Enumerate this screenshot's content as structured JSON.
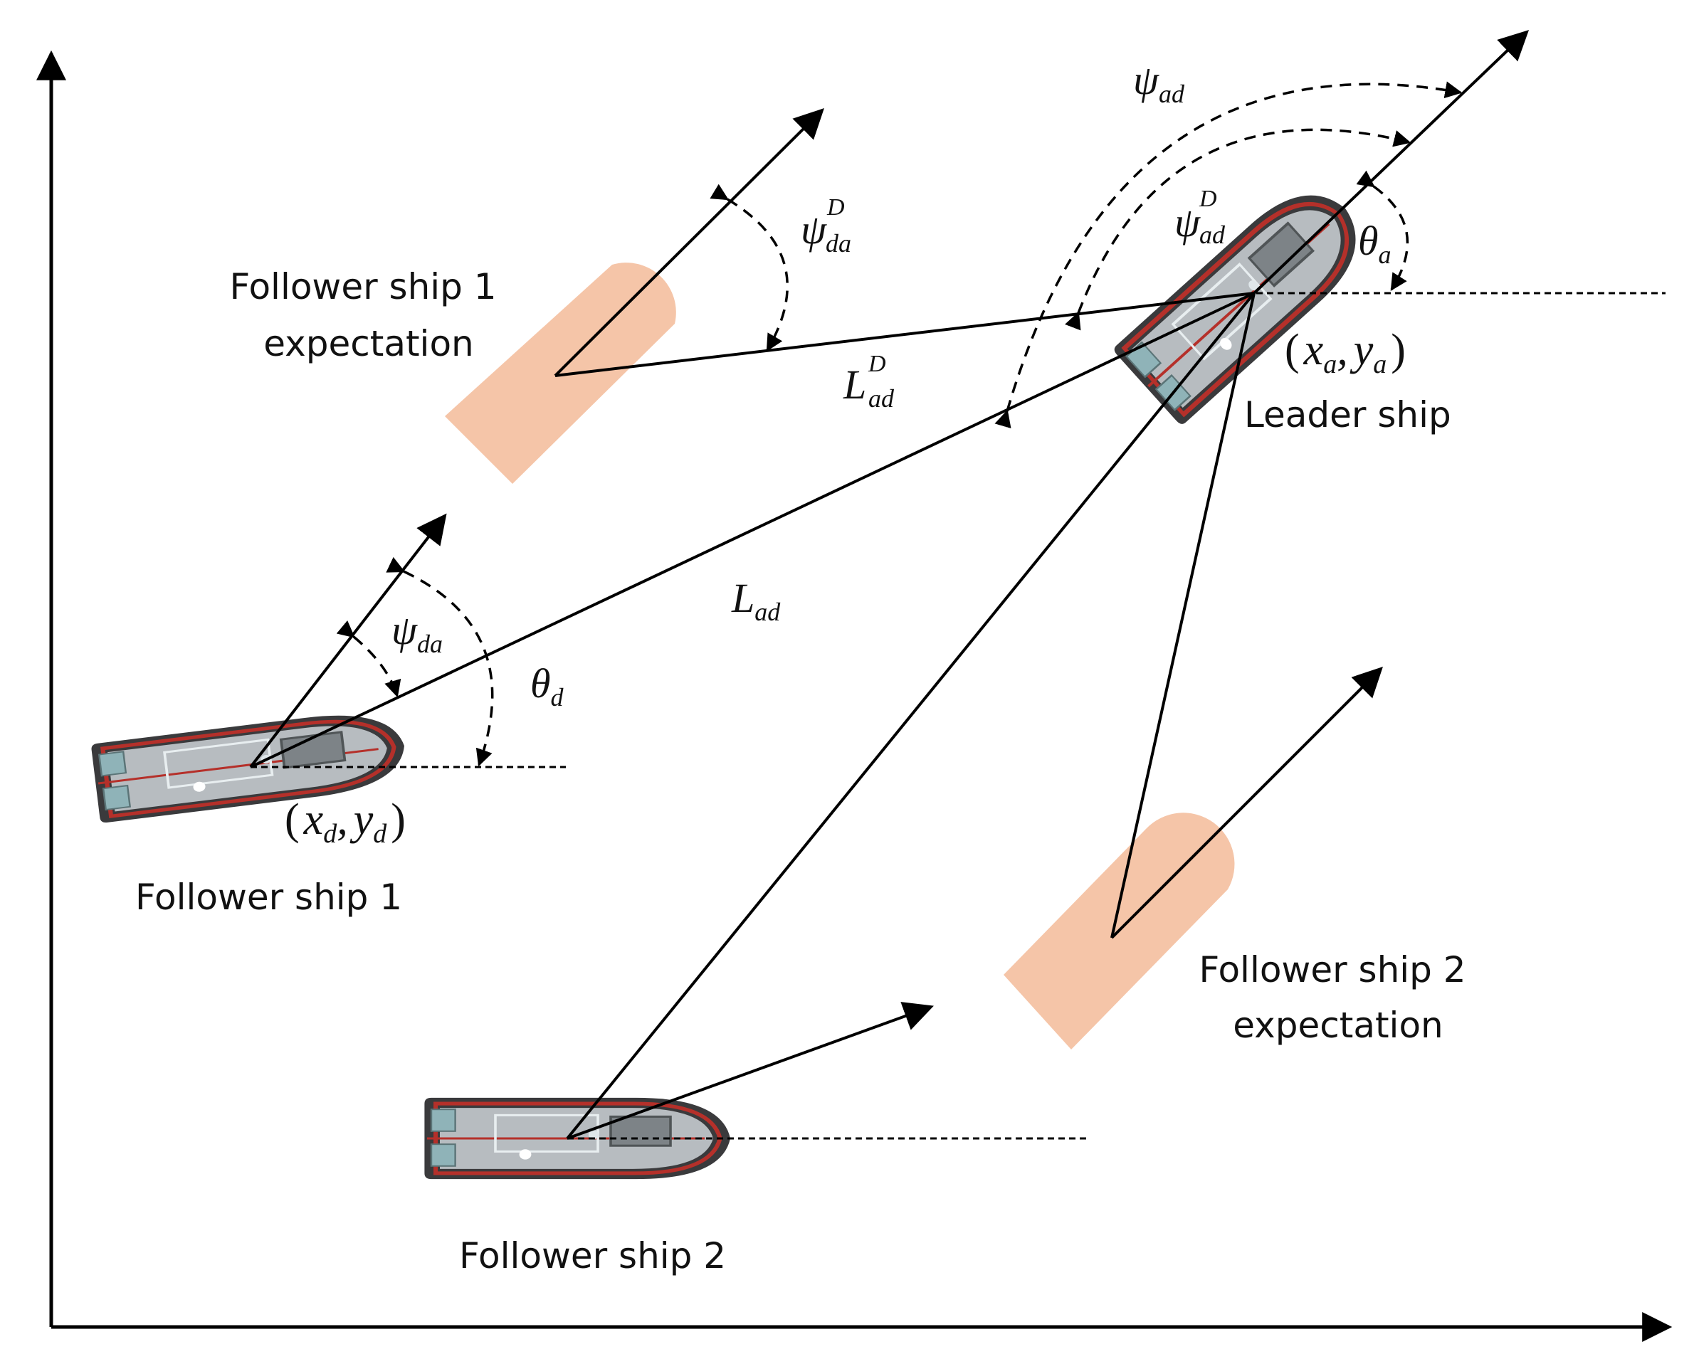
{
  "labels": {
    "follower1_expectation_line1": "Follower ship 1",
    "follower1_expectation_line2": "expectation",
    "leader_ship": "Leader ship",
    "follower_ship_1": "Follower ship 1",
    "follower_ship_2": "Follower ship 2",
    "follower2_expectation_line1": "Follower ship 2",
    "follower2_expectation_line2": "expectation"
  },
  "symbols": {
    "psi": "ψ",
    "theta": "θ",
    "L": "L",
    "x": "x",
    "y": "y",
    "D": "D",
    "sub_ad": "ad",
    "sub_da": "da",
    "sub_a": "a",
    "sub_d": "d",
    "open_paren": "(",
    "close_paren": ")",
    "comma": ","
  },
  "colors": {
    "line": "#000000",
    "expectation_fill": "#f5c5a8",
    "hull_dark": "#3a3a3c",
    "hull_red": "#b5302a",
    "deck": "#b7bcc0",
    "deck_detail": "#8fb3b8"
  }
}
